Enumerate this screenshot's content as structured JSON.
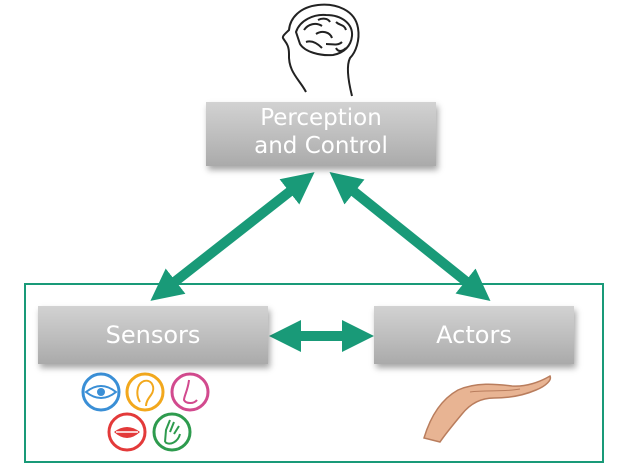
{
  "nodes": {
    "perception": {
      "line1": "Perception",
      "line2": "and Control"
    },
    "sensors": {
      "label": "Sensors"
    },
    "actors": {
      "label": "Actors"
    }
  },
  "icons": [
    "brain-head-icon",
    "eye-icon",
    "ear-icon",
    "nose-icon",
    "mouth-icon",
    "touch-hand-icon",
    "open-hand-icon"
  ],
  "colors": {
    "arrow": "#199a78",
    "frame": "#199a78",
    "box": "#bdbdbd",
    "box_text": "#ffffff"
  }
}
